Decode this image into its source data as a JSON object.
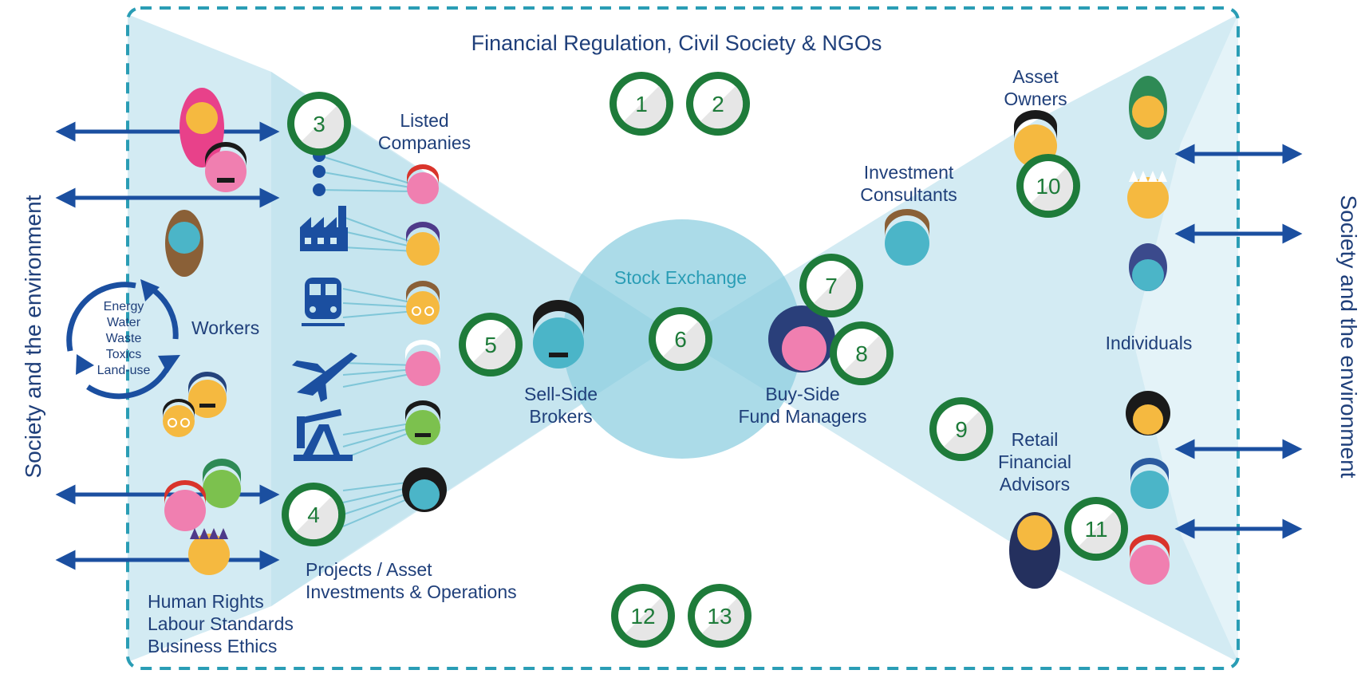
{
  "header": "Financial Regulation, Civil Society & NGOs",
  "side_left": "Society and the environment",
  "side_right": "Society and the environment",
  "labels": {
    "listed_companies": [
      "Listed",
      "Companies"
    ],
    "workers": "Workers",
    "resources": [
      "Energy",
      "Water",
      "Waste",
      "Toxics",
      "Land-use"
    ],
    "projects": [
      "Projects / Asset",
      "Investments & Operations"
    ],
    "rights": [
      "Human Rights",
      "Labour Standards",
      "Business Ethics"
    ],
    "stock_exchange": "Stock Exchange",
    "sell_side": [
      "Sell-Side",
      "Brokers"
    ],
    "buy_side": [
      "Buy-Side",
      "Fund Managers"
    ],
    "consultants": [
      "Investment",
      "Consultants"
    ],
    "asset_owners": [
      "Asset",
      "Owners"
    ],
    "individuals": "Individuals",
    "retail": [
      "Retail",
      "Financial",
      "Advisors"
    ]
  },
  "badges": [
    "1",
    "2",
    "3",
    "4",
    "5",
    "6",
    "7",
    "8",
    "9",
    "10",
    "11",
    "12",
    "13"
  ],
  "colors": {
    "navy": "#1f3f7a",
    "arrow": "#1b4fa0",
    "badge_ring": "#1e7b3a",
    "badge_text": "#1e7b3a",
    "funnel_light": "#d3ebf3",
    "funnel_mid": "#b8dfec",
    "exchange": "#8fcfe0",
    "frame": "#2a9db5",
    "skin_yellow": "#f5b940",
    "skin_pink": "#f07fb0",
    "skin_teal": "#4bb5c8",
    "skin_green": "#7cc14e"
  },
  "icons": [
    "factory-icon",
    "train-icon",
    "airplane-icon",
    "oil-pump-icon",
    "more-dots-icon",
    "recycle-cycle-icon"
  ]
}
